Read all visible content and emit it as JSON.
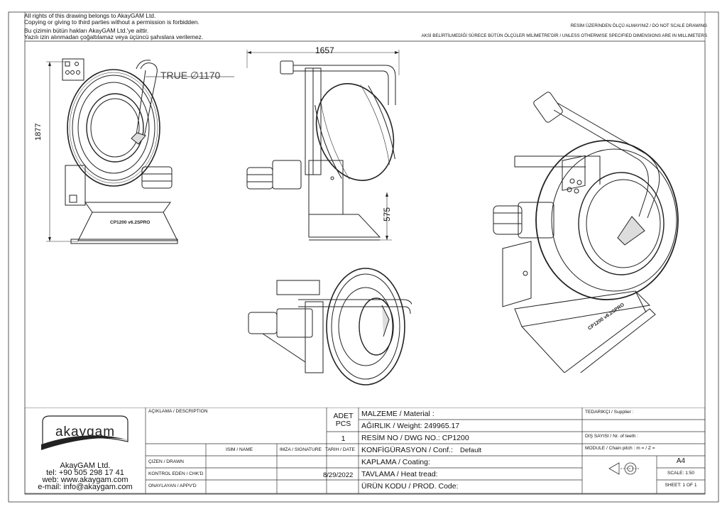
{
  "copyright": {
    "line1": "All rights of this drawing belongs to AkayGAM Ltd.",
    "line2": "Copying or giving to third parties without a permission is forbidden.",
    "line3": "Bu çizimin bütün hakları AkayGAM Ltd.'ye aittir.",
    "line4": "Yazılı izin alınmadan çoğaltılamaz veya üçüncü şahıslara verilemez."
  },
  "header_right": {
    "scale_note": "RESİM ÜZERİNDEN ÖLÇÜ ALMAYINIZ / DO NOT SCALE DRAWING",
    "units_note": "AKSİ BELİRTİLMEDİĞİ SÜRECE BÜTÜN ÖLÇÜLER MİLİMETRE'DİR / UNLESS OTHERWISE SPECIFIED DIMENSIONS ARE IN MILLIMETERS"
  },
  "dimensions": {
    "true_diameter": "TRUE ∅1170",
    "height": "1877",
    "width": "1657",
    "base_height": "575"
  },
  "model_label": "CP1200 v6.2SPRO",
  "title_block": {
    "logo": "akaygam",
    "company": "AkayGAM Ltd.",
    "tel": "tel: +90 505 298 17 41",
    "web": "web: www.akaygam.com",
    "email": "e-mail: info@akaygam.com",
    "description_label": "AÇIKLAMA / DESCRIPTION",
    "qty_label_1": "ADET",
    "qty_label_2": "PCS",
    "qty_value": "1",
    "material": "MALZEME / Material :",
    "weight": "AĞIRLIK / Weight: 249965.17",
    "dwg_no": "RESİM NO / DWG NO.: CP1200",
    "conf_label": "KONFİGÜRASYON / Conf.:",
    "conf_value": "Default",
    "coating": "KAPLAMA / Coating:",
    "heat": "TAVLAMA / Heat tread:",
    "prod_code": "ÜRÜN KODU / PROD. Code:",
    "name_label": "İSİM / NAME",
    "signature_label": "İMZA / SIGNATURE",
    "date_label": "TARİH / DATE",
    "drawn": "ÇİZEN / DRAWN",
    "checked": "KONTROL EDEN / CHK'D",
    "approved": "ONAYLAYAN / APPV'D",
    "date_value": "8/29/2022",
    "supplier": "TEDARİKÇİ / Supplier :",
    "teeth": "DİŞ SAYISI / Nr. of teeth :",
    "module": "MODULE / Chain pitch :  m =  / Z =",
    "paper": "A4",
    "scale": "SCALE: 1:50",
    "sheet": "SHEET: 1 OF 1"
  }
}
